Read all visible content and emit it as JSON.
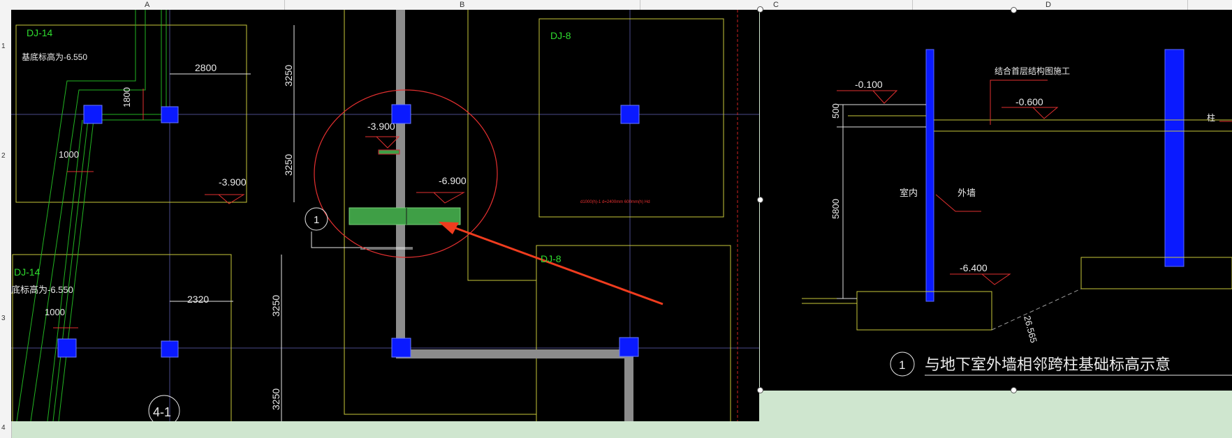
{
  "columns": [
    "A",
    "B",
    "C",
    "D"
  ],
  "rows": [
    "1",
    "2",
    "3",
    "4"
  ],
  "left_drawing": {
    "dj_top_left": "DJ-14",
    "elev_top_left": "基底标高为-6.550",
    "dj_bottom_left": "DJ-14",
    "elev_bottom_left": "底标高为-6.550",
    "dj_top_right": "DJ-8",
    "dj_bottom_right": "DJ-8",
    "dim_2800": "2800",
    "dim_1800": "1800",
    "dim_1000_top": "1000",
    "dim_1000_bottom": "1000",
    "dim_2320": "2320",
    "dim_3250_a": "3250",
    "dim_3250_b": "3250",
    "dim_3250_c": "3250",
    "dim_3250_d": "3250",
    "elev_m3900_circle": "-3.900",
    "elev_m3900_left": "-3.900",
    "elev_m6900": "-6.900",
    "marker_1": "1",
    "section_41": "4-1",
    "red_note": "d1000(h)-1 d=2400mm 600mm(h) Hd"
  },
  "right_drawing": {
    "elev_m0100": "-0.100",
    "elev_m0600": "-0.600",
    "elev_m6400": "-6.400",
    "note_top": "结合首层结构图施工",
    "dim_500": "500",
    "dim_5800": "5800",
    "dim_26565": "26.565",
    "indoor": "室内",
    "outer_wall": "外墙",
    "column": "柱",
    "caption_num": "1",
    "caption": "与地下室外墙相邻跨柱基础标高示意"
  }
}
